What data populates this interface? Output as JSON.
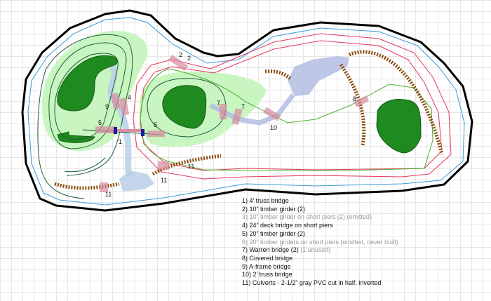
{
  "diagram": {
    "labels": {
      "l2a": "2",
      "l2b": "2",
      "l4": "4",
      "l9": "9",
      "l5a": "5",
      "l5b": "5",
      "l1": "1",
      "l7a": "7",
      "l7b": "7",
      "l10": "10",
      "l8": "8",
      "l11a": "11",
      "l11b": "11",
      "l11c": "11"
    },
    "colors": {
      "benchwork": "#000000",
      "blue_track": "#3a9ad9",
      "red_track": "#e8365a",
      "green_track": "#4cb030",
      "dark_track": "#1b5e3a",
      "hill": "#c8f5c0",
      "peak": "#1f8a1f",
      "water": "#b9cfe8",
      "bridge": "#e3a0b0",
      "culvert": "#8b4a0b"
    }
  },
  "legend": [
    {
      "text": "1) 4’ truss bridge",
      "muted": false
    },
    {
      "text": "2) 10” timber girder (2)",
      "muted": false
    },
    {
      "text": "3) 10” timber girder on short piers (2) (omitted)",
      "muted": true
    },
    {
      "text": "4) 24” deck bridge on short piers",
      "muted": false
    },
    {
      "text": "5) 20” timber girder (2)",
      "muted": false
    },
    {
      "text": "6) 20” timber girders on short piers (omitted, never built)",
      "muted": true
    },
    {
      "text": "7) Warren bridge (2)",
      "muted": false,
      "suffix": " (1 unused)"
    },
    {
      "text": "8) Covered bridge",
      "muted": false
    },
    {
      "text": "9) A-frame bridge",
      "muted": false
    },
    {
      "text": "10) 2’ truss bridge",
      "muted": false
    },
    {
      "text": "11) Culverts - 2-1/2” gray PVC cut in half, inverted",
      "muted": false
    }
  ]
}
